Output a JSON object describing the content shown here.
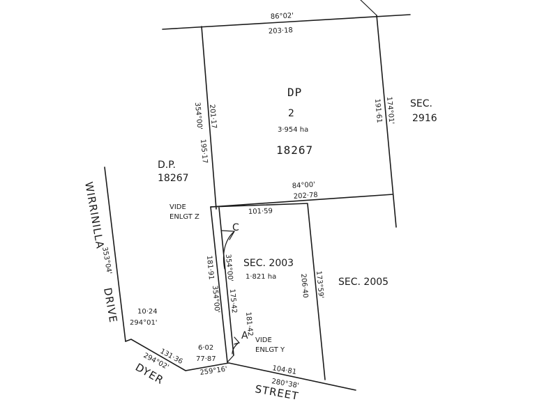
{
  "sections": {
    "top_lot": {
      "dp_prefix": "DP",
      "lot": "2",
      "area": "3·954 ha",
      "dp_number": "18267"
    },
    "sec_2003": {
      "label": "SEC. 2003",
      "area": "1·821 ha"
    },
    "sec_2005": {
      "label": "SEC. 2005"
    },
    "sec_2916": {
      "line1": "SEC.",
      "line2": "2916"
    },
    "dp_left": {
      "line1": "D.P.",
      "line2": "18267"
    }
  },
  "notes": {
    "vide_z_1": "VIDE",
    "vide_z_2": "ENLGT Z",
    "vide_y_1": "VIDE",
    "vide_y_2": "ENLGT Y",
    "point_c": "C",
    "point_a": "A"
  },
  "roads": {
    "wirrinilla": "WIRRINILLA",
    "drive": "DRIVE",
    "dyer": "DYER",
    "street": "STREET"
  },
  "dimensions": {
    "top_bearing": "86°02'",
    "top_length": "203·18",
    "left_bearing": "354°00'",
    "left_length_1": "201·17",
    "left_length_2": "195·17",
    "right_length": "191·61",
    "right_bearing": "174°01'",
    "mid_bearing": "84°00'",
    "mid_length": "202·78",
    "sec2003_top": "101·59",
    "s2003_left_length": "181·91",
    "s2003_left_bearing": "354°00'",
    "inner_bearing": "354°00'",
    "inner_length": "175·42",
    "inner_short": "181·42",
    "s2005_length": "206·40",
    "s2005_bearing": "173°59'",
    "wirr_bearing": "353°04'",
    "corner_length": "10·24",
    "corner_bearing": "294°01'",
    "dyer_length": "131·36",
    "dyer_bearing": "294°02'",
    "small_length": "6·02",
    "small_length_2": "77·87",
    "street_bearing_left": "259°16'",
    "street_length": "104·81",
    "street_bearing": "280°38'"
  }
}
